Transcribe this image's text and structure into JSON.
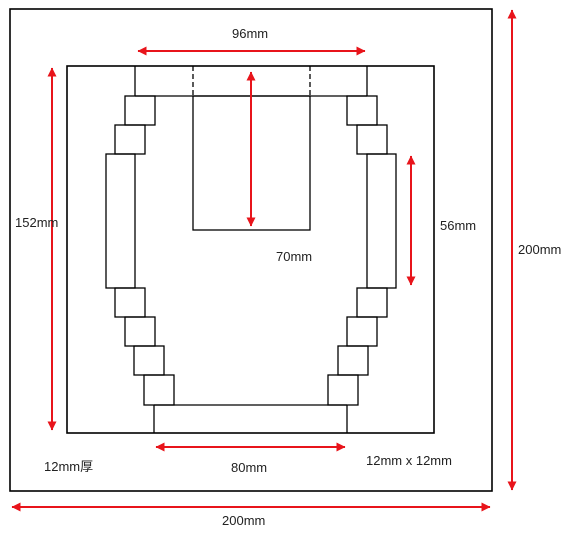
{
  "labels": {
    "top_width": "96mm",
    "inner_height": "152mm",
    "side_height": "56mm",
    "center_depth": "70mm",
    "outer_height": "200mm",
    "bottom_width": "80mm",
    "thickness": "12mm厚",
    "block_size": "12mm x 12mm",
    "outer_width": "200mm"
  },
  "colors": {
    "outline": "#000000",
    "dimension": "#e8141b",
    "text": "#222222"
  }
}
